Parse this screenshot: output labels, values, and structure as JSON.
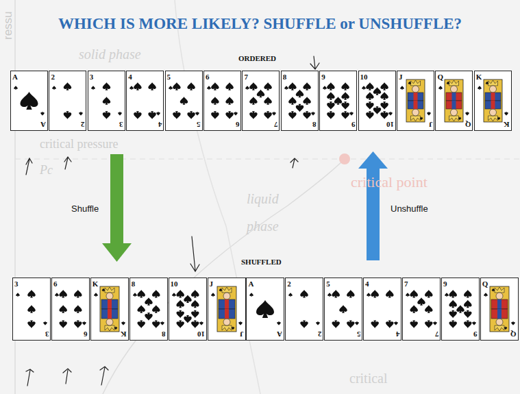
{
  "diagram": {
    "title": "WHICH IS MORE LIKELY? SHUFFLE or UNSHUFFLE?",
    "nodes": [
      {
        "text": [
          "A",
          "A"
        ]
      },
      {
        "text": [
          "2",
          "2"
        ]
      },
      {
        "text": [
          "3",
          "3"
        ]
      },
      {
        "text": [
          "4",
          "4"
        ]
      },
      {
        "text": [
          "5",
          "5"
        ]
      },
      {
        "text": [
          "6",
          "6"
        ]
      },
      {
        "text": [
          "7",
          "7"
        ]
      },
      {
        "text": [
          "8",
          "8"
        ]
      },
      {
        "text": [
          "9",
          "9"
        ]
      },
      {
        "text": [
          "10",
          "10"
        ]
      },
      {
        "text": [
          "J",
          "J"
        ]
      },
      {
        "text": [
          "Q",
          "Q"
        ]
      },
      {
        "text": [
          "K",
          "K"
        ]
      },
      {
        "text": [
          "3",
          "3"
        ]
      },
      {
        "text": [
          "6",
          "6"
        ]
      },
      {
        "text": [
          "K",
          "K"
        ]
      },
      {
        "text": [
          "8",
          "8"
        ]
      },
      {
        "text": [
          "10",
          "10"
        ]
      },
      {
        "text": [
          "J",
          "J"
        ]
      },
      {
        "text": [
          "A",
          "A"
        ]
      },
      {
        "text": [
          "2",
          "2"
        ]
      },
      {
        "text": [
          "5",
          "5"
        ]
      },
      {
        "text": [
          "4",
          "4"
        ]
      },
      {
        "text": [
          "7",
          "7"
        ]
      },
      {
        "text": [
          "9",
          "9"
        ]
      },
      {
        "text": [
          "Q",
          "Q"
        ]
      }
    ],
    "labels": [
      "ressu",
      "solid phase",
      "ORDERED",
      "critical pressure",
      "Pc",
      "Shuffle",
      "liquid phase",
      "critical point",
      "Unshuffle",
      "SHUFFLED",
      "critical"
    ]
  }
}
